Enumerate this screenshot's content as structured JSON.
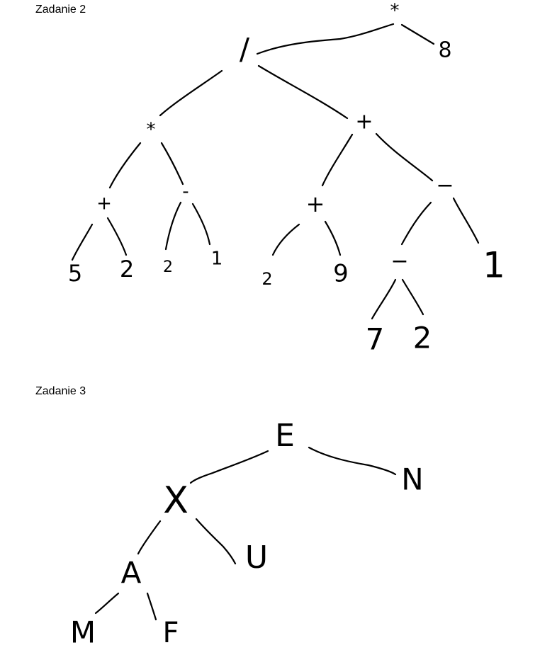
{
  "zadanie2": {
    "title": "Zadanie 2",
    "nodes": {
      "root": "*",
      "eight": "8",
      "div": "/",
      "mul": "*",
      "plus_r": "+",
      "plus_l": "+",
      "minus_l": "-",
      "plus_m": "+",
      "minus_r": "−",
      "n5": "5",
      "n2a": "2",
      "n2b": "2",
      "n1a": "1",
      "n2c": "2",
      "n9": "9",
      "minus_b": "−",
      "n1b": "1",
      "n7": "7",
      "n2d": "2"
    }
  },
  "zadanie3": {
    "title": "Zadanie 3",
    "nodes": {
      "E": "E",
      "N": "N",
      "X": "X",
      "U": "U",
      "A": "A",
      "M": "M",
      "F": "F"
    }
  }
}
